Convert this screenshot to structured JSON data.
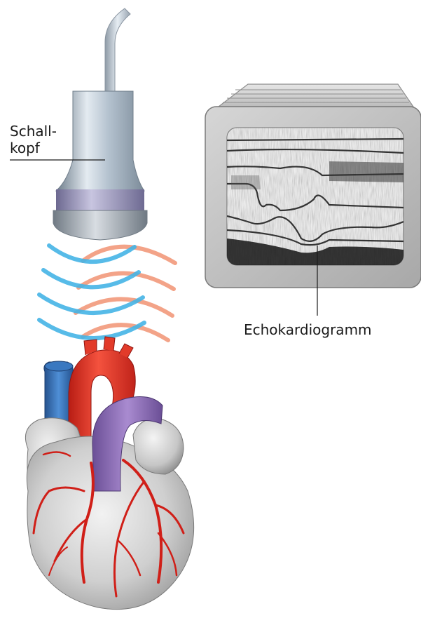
{
  "labels": {
    "probe_line1": "Schall-",
    "probe_line2": "kopf",
    "echocardiogram": "Echokardiogramm"
  },
  "colors": {
    "probe_body": "#a9b9c7",
    "probe_head": "#8a87ad",
    "wave_blue": "#45b4e6",
    "wave_red": "#f29a7c",
    "monitor_frame": "#b8b8b8",
    "aorta_red": "#e23b2a",
    "vena_cava_blue": "#2f6fb6",
    "pulmonary_purple": "#8c6fb3",
    "heart_grey": "#cfcfcf",
    "vessel_red": "#d01f18"
  }
}
